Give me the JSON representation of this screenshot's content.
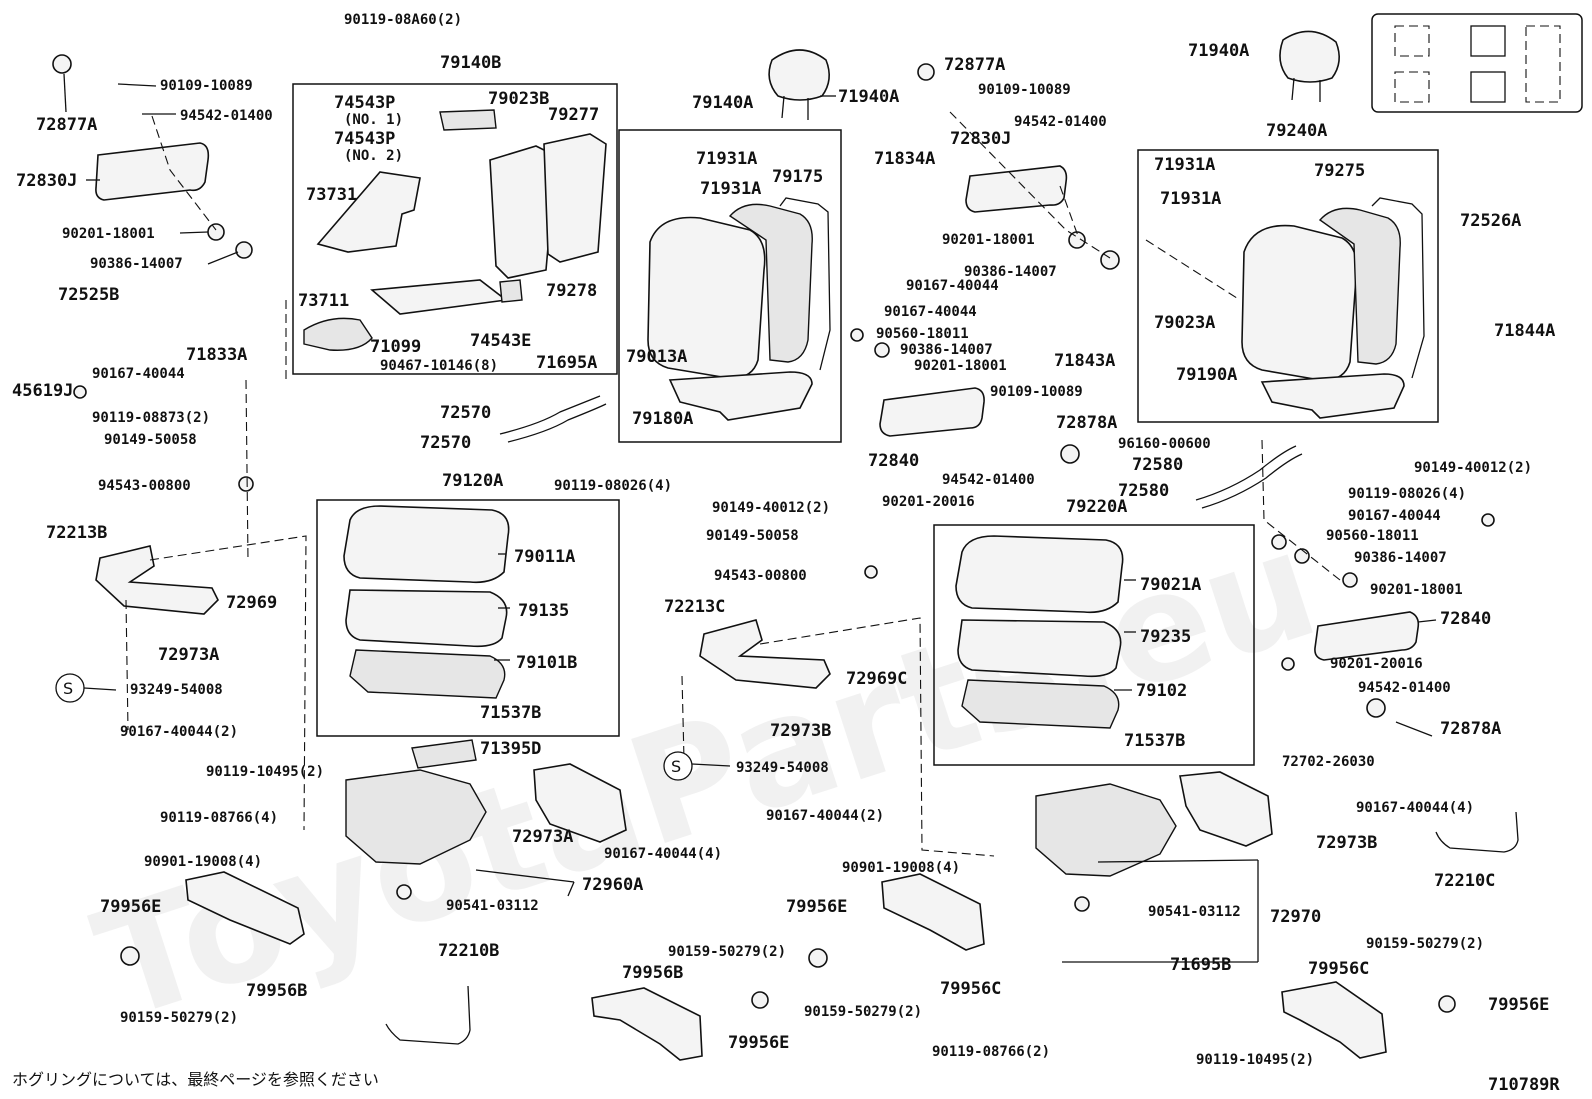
{
  "diagram": {
    "watermark": "ToyotaParts.eu",
    "footer_note": "ホグリングについては、最終ページを参照ください",
    "diagram_code": "710789R",
    "legend_icon": "seat-position-legend-icon",
    "labels": {
      "p90119_08A60": "90119-08A60(2)",
      "p79140B": "79140B",
      "p90109_10089_l": "90109-10089",
      "p72877A_l": "72877A",
      "p94542_01400_l": "94542-01400",
      "p74543P_1": "74543P",
      "no1": "(NO. 1)",
      "p74543P_2": "74543P",
      "no2": "(NO. 2)",
      "p79023B": "79023B",
      "p79277": "79277",
      "p72830J_l": "72830J",
      "p73731": "73731",
      "p90201_18001_l": "90201-18001",
      "p90386_14007_l": "90386-14007",
      "p79278": "79278",
      "p72525B": "72525B",
      "p73711": "73711",
      "p71099": "71099",
      "p74543E": "74543E",
      "p90467_10146": "90467-10146(8)",
      "p71695A": "71695A",
      "p71833A": "71833A",
      "p90167_40044_l": "90167-40044",
      "p45619J": "45619J",
      "p90119_08873": "90119-08873(2)",
      "p90149_50058_l": "90149-50058",
      "p94543_00800_l": "94543-00800",
      "p72213B": "72213B",
      "p72969": "72969",
      "p72973A_l": "72973A",
      "s_l": "S",
      "p93249_54008_l": "93249-54008",
      "p90167_40044_2": "90167-40044(2)",
      "p79140A": "79140A",
      "p71940A_c": "71940A",
      "p71931A_1": "71931A",
      "p71931A_2": "71931A",
      "p79175": "79175",
      "p79013A": "79013A",
      "p79180A": "79180A",
      "p72570_1": "72570",
      "p72570_2": "72570",
      "p90119_08026_c": "90119-08026(4)",
      "p90149_40012_c": "90149-40012(2)",
      "p79120A": "79120A",
      "p79011A": "79011A",
      "p79135": "79135",
      "p79101B": "79101B",
      "p71537B_l": "71537B",
      "p71395D": "71395D",
      "p90119_10495_l": "90119-10495(2)",
      "p90119_08766_l": "90119-08766(4)",
      "p72973A_m": "72973A",
      "p90167_40044_4m": "90167-40044(4)",
      "p90901_19008_l": "90901-19008(4)",
      "p72960A": "72960A",
      "p90541_03112_l": "90541-03112",
      "p79956E_l": "79956E",
      "p79956B_l": "79956B",
      "p90159_50279_l": "90159-50279(2)",
      "p72210B": "72210B",
      "p72877A_c": "72877A",
      "p90109_10089_c": "90109-10089",
      "p94542_01400_c": "94542-01400",
      "p71834A": "71834A",
      "p72830J_c": "72830J",
      "p90201_18001_c": "90201-18001",
      "p90386_14007_c": "90386-14007",
      "p90167_40044_c1": "90167-40044",
      "p90167_40044_c2": "90167-40044",
      "p90560_18011_c": "90560-18011",
      "p90386_14007_c2": "90386-14007",
      "p90201_18001_c2": "90201-18001",
      "p71843A": "71843A",
      "p90109_10089_c2": "90109-10089",
      "p72878A_c": "72878A",
      "p72840_c": "72840",
      "p94542_01400_c2": "94542-01400",
      "p90201_20016_c": "90201-20016",
      "p90149_50058_c": "90149-50058",
      "p94543_00800_c": "94543-00800",
      "p72213C": "72213C",
      "p72969C": "72969C",
      "p72973B_c": "72973B",
      "s_c": "S",
      "p93249_54008_c": "93249-54008",
      "p90167_40044_2c": "90167-40044(2)",
      "p79956E_c": "79956E",
      "p79956B_c": "79956B",
      "p90159_50279_c": "90159-50279(2)",
      "p79956C_c": "79956C",
      "p90159_50279_c2": "90159-50279(2)",
      "p79956E_c2": "79956E",
      "p71940A_r": "71940A",
      "p79240A": "79240A",
      "p71931A_r1": "71931A",
      "p71931A_r2": "71931A",
      "p79275": "79275",
      "p72526A": "72526A",
      "p79023A": "79023A",
      "p71844A": "71844A",
      "p79190A": "79190A",
      "p96160_00600": "96160-00600",
      "p72580_1": "72580",
      "p72580_2": "72580",
      "p90149_40012_r": "90149-40012(2)",
      "p90119_08026_r": "90119-08026(4)",
      "p90167_40044_r": "90167-40044",
      "p79220A": "79220A",
      "p90560_18011_r": "90560-18011",
      "p90386_14007_r": "90386-14007",
      "p79021A": "79021A",
      "p90201_18001_r": "90201-18001",
      "p79235": "79235",
      "p72840_r": "72840",
      "p79102": "79102",
      "p90201_20016_r": "90201-20016",
      "p94542_01400_r": "94542-01400",
      "p71537B_r": "71537B",
      "p72878A_r": "72878A",
      "p72702_26030": "72702-26030",
      "p90167_40044_4r": "90167-40044(4)",
      "p72973B_r": "72973B",
      "p90901_19008_r": "90901-19008(4)",
      "p90541_03112_r": "90541-03112",
      "p72970": "72970",
      "p72210C": "72210C",
      "p71695B": "71695B",
      "p90159_50279_r": "90159-50279(2)",
      "p79956C_r": "79956C",
      "p79956E_r": "79956E",
      "p90119_08766_r": "90119-08766(2)",
      "p90119_10495_r": "90119-10495(2)"
    }
  }
}
